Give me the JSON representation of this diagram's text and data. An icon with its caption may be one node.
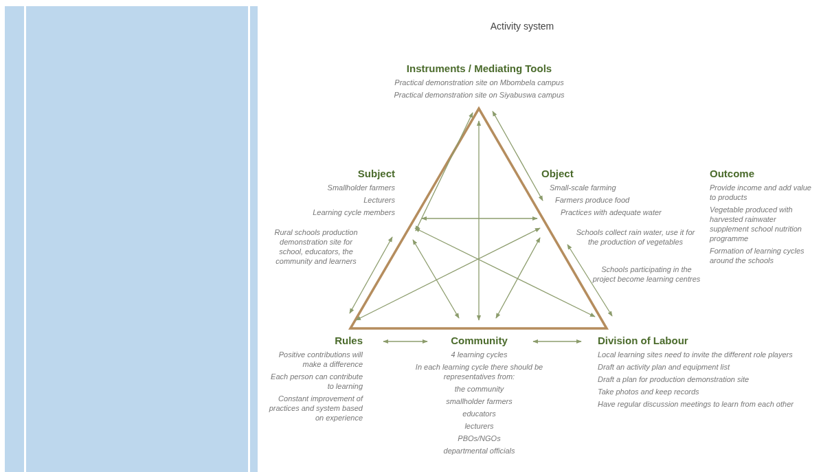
{
  "diagram": {
    "title": "Activity system",
    "nodes": [
      {
        "text": [
          "Instruments / Mediating Tools",
          "Practical demonstration site on Mbombela campus",
          "Practical demonstration site on Siyabuswa campus"
        ]
      },
      {
        "text": [
          "Subject",
          "Smallholder farmers",
          "Lecturers",
          "Learning cycle members"
        ]
      },
      {
        "text": [
          "Object",
          "Small-scale farming",
          "Farmers produce food",
          "Practices with adequate water"
        ]
      },
      {
        "text": [
          "Outcome",
          "Provide income and add value to products",
          "Vegetable produced with harvested rainwater supplement school nutrition programme",
          "Formation of learning cycles around the schools"
        ]
      },
      {
        "text": [
          "Rules",
          "Positive contributions will make a difference",
          "Each person can contribute to learning",
          "Constant improvement of practices and system based on experience"
        ]
      },
      {
        "text": [
          "Community",
          "4 learning cycles",
          "In each learning cycle there should be representatives from:",
          "the community",
          "smallholder farmers",
          "educators",
          "lecturers",
          "PBOs/NGOs",
          "departmental officials"
        ]
      },
      {
        "text": [
          "Division of Labour",
          "Local learning sites need to invite the different role players",
          "Draft an activity plan and equipment list",
          "Draft a plan for production demonstration site",
          "Take photos and keep records",
          "Have regular discussion meetings to learn from each other"
        ]
      }
    ],
    "edges": [
      {
        "from": 0,
        "to": 1,
        "arrow": "both"
      },
      {
        "from": 0,
        "to": 2,
        "arrow": "both"
      },
      {
        "from": 1,
        "to": 4,
        "arrow": "both"
      },
      {
        "from": 2,
        "to": 6,
        "arrow": "both"
      },
      {
        "from": 4,
        "to": 5,
        "arrow": "both"
      },
      {
        "from": 5,
        "to": 6,
        "arrow": "both"
      },
      {
        "from": 1,
        "to": 2,
        "arrow": "both"
      },
      {
        "from": 0,
        "to": 5,
        "arrow": "both"
      },
      {
        "from": 1,
        "to": 6,
        "arrow": "both"
      },
      {
        "from": 2,
        "to": 4,
        "arrow": "both"
      },
      {
        "from": 1,
        "to": 5,
        "arrow": "both"
      },
      {
        "from": 2,
        "to": 5,
        "arrow": "both"
      }
    ],
    "labels": [
      "Rural schools production demonstration site for school, educators, the community and learners",
      "Schools collect rain water, use it for the production of vegetables",
      "Schools participating in the project become learning centres"
    ]
  }
}
